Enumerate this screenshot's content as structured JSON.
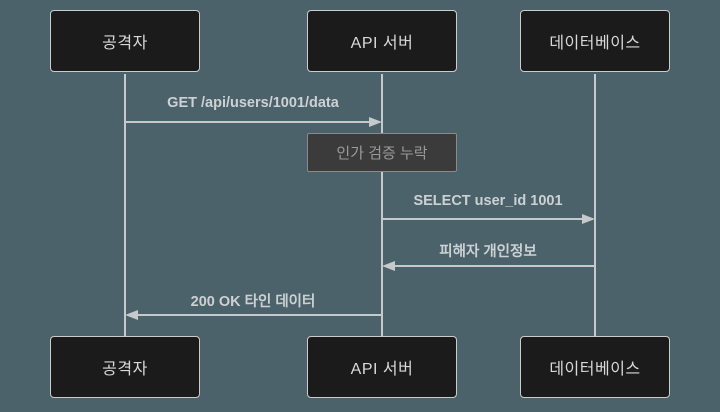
{
  "colors": {
    "background": "#4c626b",
    "actor_fill": "#1b1b1b",
    "actor_border": "#cccccc",
    "actor_text": "#d9d9d9",
    "line": "#c6cacc",
    "message_text": "#ccd1d3",
    "note_fill": "#3b3b3b",
    "note_border": "#8a8a8a",
    "note_text": "#9a9a9a"
  },
  "diagram": {
    "type": "sequence",
    "actors": [
      {
        "id": "attacker",
        "label": "공격자"
      },
      {
        "id": "api-server",
        "label": "API 서버"
      },
      {
        "id": "database",
        "label": "데이터베이스"
      }
    ],
    "messages": [
      {
        "from": "attacker",
        "to": "api-server",
        "label": "GET /api/users/1001/data",
        "arrow": "solid-right"
      },
      {
        "from": "api-server",
        "to": "database",
        "label": "SELECT user_id 1001",
        "arrow": "solid-right"
      },
      {
        "from": "database",
        "to": "api-server",
        "label": "피해자 개인정보",
        "arrow": "solid-left"
      },
      {
        "from": "api-server",
        "to": "attacker",
        "label": "200 OK 타인 데이터",
        "arrow": "solid-left"
      }
    ],
    "note": {
      "over": "api-server",
      "label": "인가 검증 누락"
    }
  }
}
